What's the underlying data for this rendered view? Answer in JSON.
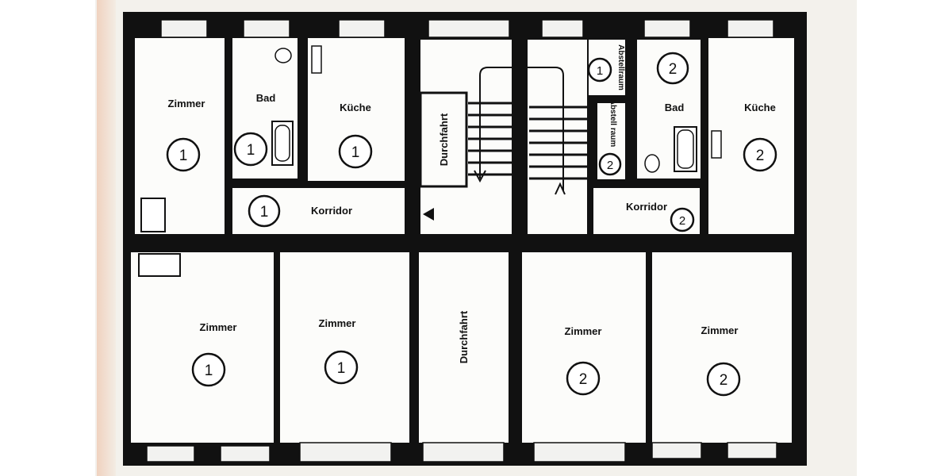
{
  "plan": {
    "colors": {
      "wall": "#111111",
      "room": "#fcfcfa",
      "paper": "#f3f1ec"
    },
    "rooms": [
      {
        "label": "Zimmer",
        "unit": "1"
      },
      {
        "label": "Bad",
        "unit": "1"
      },
      {
        "label": "Küche",
        "unit": "1"
      },
      {
        "label": "Durchfahrt",
        "unit": ""
      },
      {
        "label": "Abstellraum",
        "unit": "1"
      },
      {
        "label": "Abstell raum",
        "unit": "2"
      },
      {
        "label": "Bad",
        "unit": "2"
      },
      {
        "label": "Küche",
        "unit": "2"
      },
      {
        "label": "Korridor",
        "unit": "1"
      },
      {
        "label": "Korridor",
        "unit": "2"
      },
      {
        "label": "Zimmer",
        "unit": "1"
      },
      {
        "label": "Zimmer",
        "unit": "1"
      },
      {
        "label": "Durchfahrt",
        "unit": ""
      },
      {
        "label": "Zimmer",
        "unit": "2"
      },
      {
        "label": "Zimmer",
        "unit": "2"
      }
    ]
  }
}
